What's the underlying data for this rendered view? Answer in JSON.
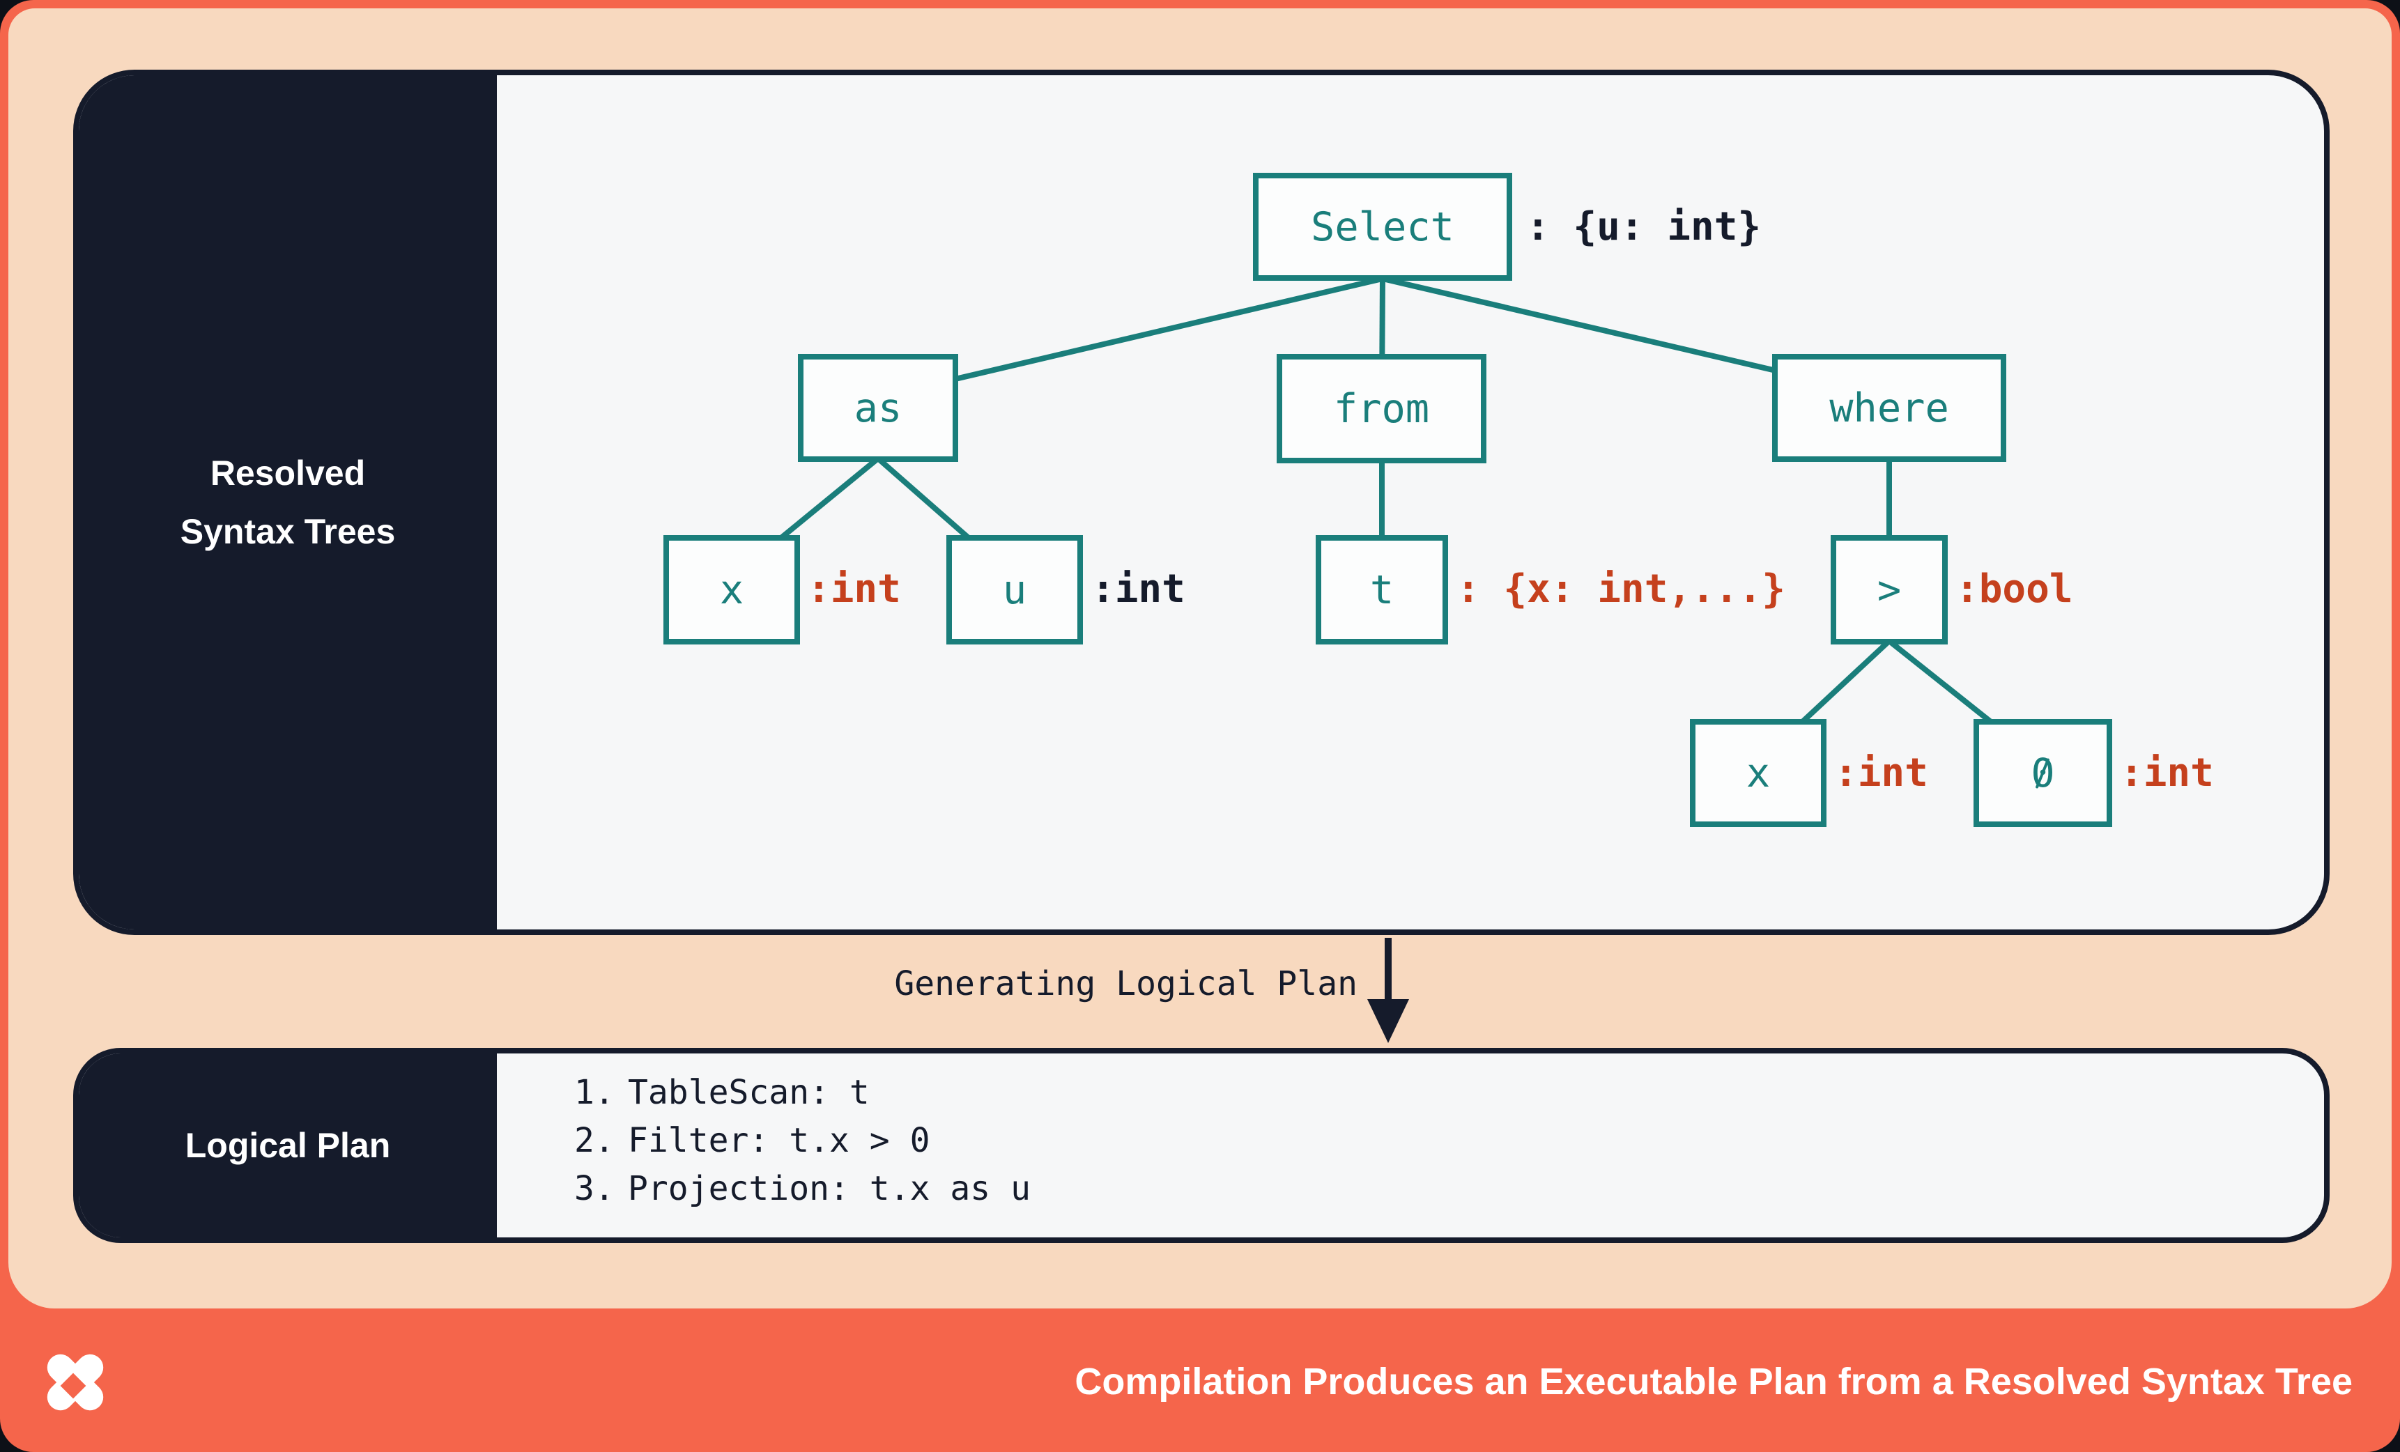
{
  "colors": {
    "teal": "#1A7E7B",
    "red": "#C5401D",
    "navy": "#151B2B",
    "peach": "#F8D9BF",
    "coral": "#F5654B",
    "card_bg": "#F6F7F8",
    "node_bg": "#FCFDFD",
    "text_light": "#FFFFFF"
  },
  "syntax_panel": {
    "title_line1": "Resolved",
    "title_line2": "Syntax Trees"
  },
  "tree": {
    "nodes": {
      "select": {
        "label": "Select",
        "annotation": ": {u: int}"
      },
      "as": {
        "label": "as"
      },
      "from": {
        "label": "from"
      },
      "where": {
        "label": "where"
      },
      "x1": {
        "label": "x",
        "annotation": ":int"
      },
      "u": {
        "label": "u",
        "annotation": ":int"
      },
      "t": {
        "label": "t",
        "annotation": ": {x: int,...}"
      },
      "gt": {
        "label": ">",
        "annotation": ":bool"
      },
      "x2": {
        "label": "x",
        "annotation": ":int"
      },
      "zero": {
        "label": "0",
        "annotation": ":int"
      }
    }
  },
  "transition": {
    "label": "Generating Logical Plan"
  },
  "logical_panel": {
    "title": "Logical Plan",
    "steps": [
      {
        "num": "1.",
        "text": "TableScan: t"
      },
      {
        "num": "2.",
        "text": "Filter: t.x > 0"
      },
      {
        "num": "3.",
        "text": "Projection: t.x as u"
      }
    ]
  },
  "footer": {
    "caption": "Compilation Produces an Executable Plan from a Resolved Syntax Tree",
    "logo": "dbt-logo"
  }
}
